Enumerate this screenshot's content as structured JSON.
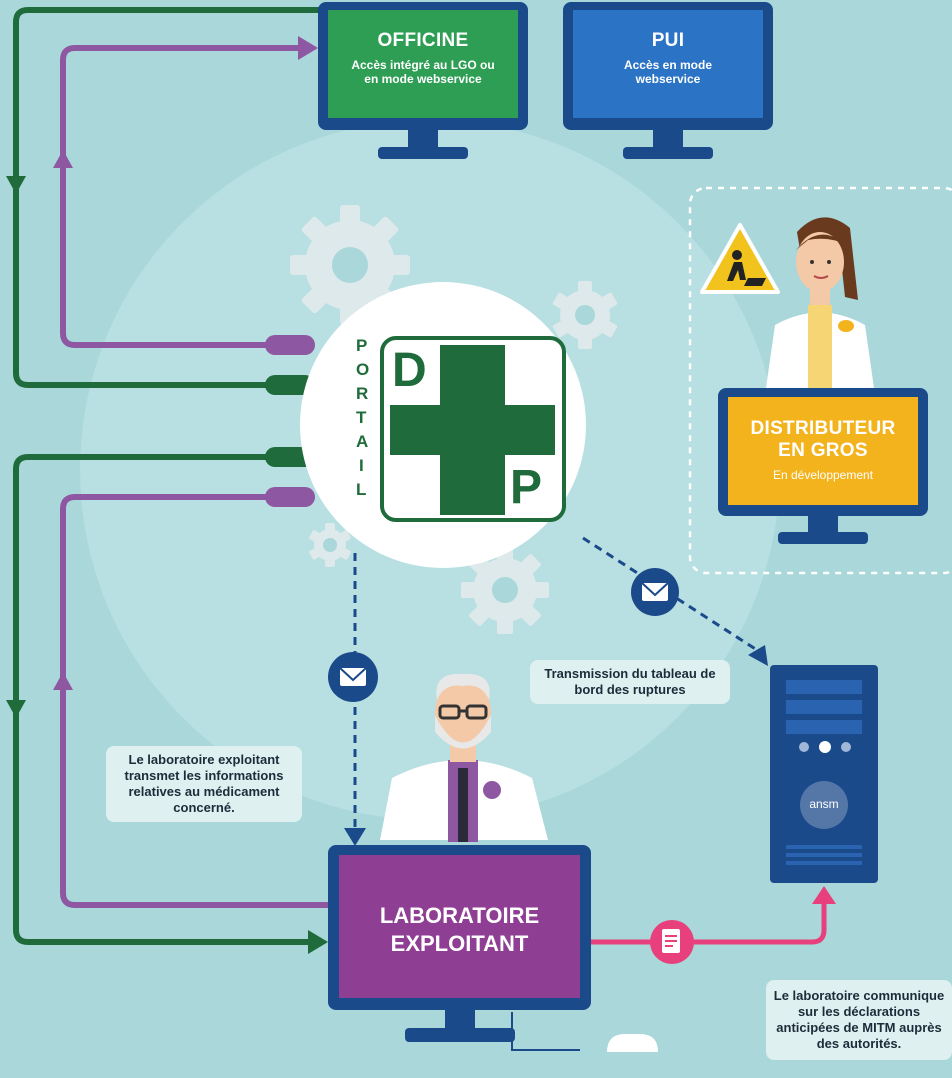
{
  "colors": {
    "background": "#a9d7da",
    "officine": "#2f9e55",
    "pui": "#2b73c4",
    "distributeur": "#f2b31d",
    "laboratoire": "#8e3f93",
    "frame": "#1b4a8b",
    "green_flow": "#1f6b3b",
    "purple_flow": "#8e57a1",
    "pink_flow": "#e8407c",
    "dashed_flow": "#1b4a8b"
  },
  "officine": {
    "title": "OFFICINE",
    "subtitle": "Accès intégré au LGO ou en mode webservice"
  },
  "pui": {
    "title": "PUI",
    "subtitle": "Accès en mode webservice"
  },
  "distributeur": {
    "title": "DISTRIBUTEUR EN GROS",
    "subtitle": "En développement"
  },
  "laboratoire": {
    "title": "LABORATOIRE EXPLOITANT"
  },
  "portail": {
    "letters": [
      "P",
      "O",
      "R",
      "T",
      "A",
      "I",
      "L"
    ],
    "logo_top": "D",
    "logo_bottom": "P"
  },
  "notes": {
    "labo_transmet": "Le laboratoire exploitant transmet les informations relatives au médicament concerné.",
    "tableau_bord": "Transmission du tableau de bord des ruptures",
    "labo_communique": "Le laboratoire communique sur les déclarations anticipées de MITM auprès des autorités."
  },
  "server": {
    "label": "ansm"
  },
  "icons": {
    "envelope": "envelope-icon",
    "document": "document-icon",
    "warning": "roadwork-warning-icon",
    "gear": "gear-icon"
  }
}
